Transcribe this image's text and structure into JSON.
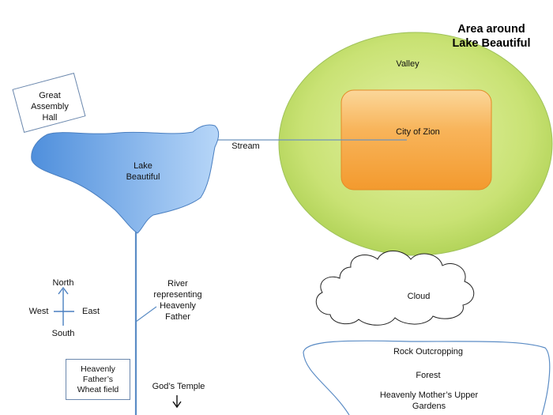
{
  "title_line1": "Area around",
  "title_line2": "Lake Beautiful",
  "valley": "Valley",
  "city": "City of Zion",
  "stream": "Stream",
  "lake": {
    "line1": "Lake",
    "line2": "Beautiful"
  },
  "assembly": {
    "line1": "Great",
    "line2": "Assembly",
    "line3": "Hall"
  },
  "river": {
    "line1": "River",
    "line2": "representing",
    "line3": "Heavenly",
    "line4": "Father"
  },
  "compass": {
    "north": "North",
    "south": "South",
    "east": "East",
    "west": "West"
  },
  "wheat": {
    "line1": "Heavenly",
    "line2": "Father’s",
    "line3": "Wheat field"
  },
  "temple": "God’s Temple",
  "cloud": "Cloud",
  "rock": "Rock Outcropping",
  "forest": "Forest",
  "gardens": "Heavenly Mother’s Upper Gardens",
  "colors": {
    "valley_fill": "#c5e06e",
    "city_fill": "#f7a640",
    "lake_fill": "#6aa6e4",
    "river": "#5b8cc5"
  }
}
